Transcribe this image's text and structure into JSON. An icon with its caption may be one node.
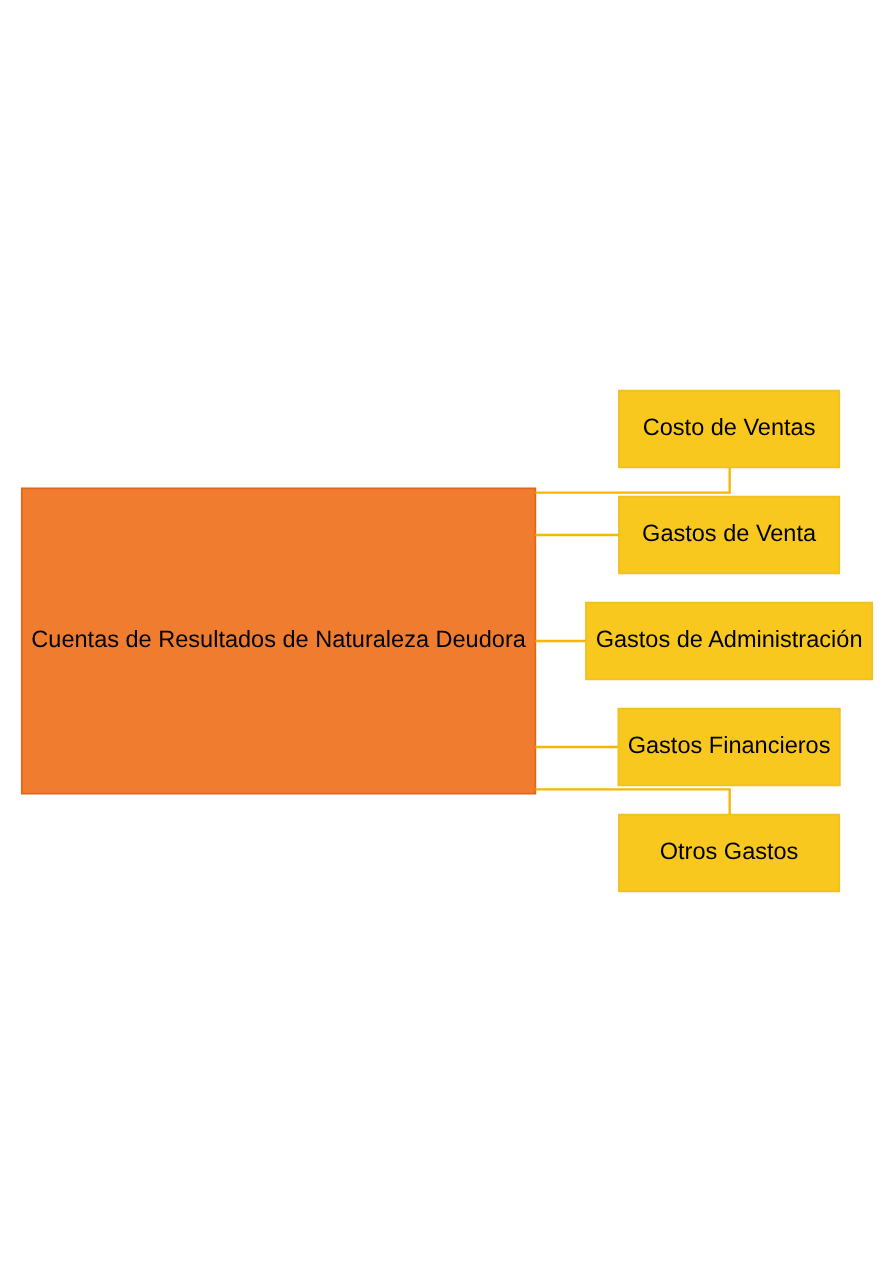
{
  "diagram": {
    "nodes": [
      {
        "text": [
          "Cuentas de Resultados de Naturaleza Deudora"
        ]
      },
      {
        "text": [
          "Costo de Ventas"
        ]
      },
      {
        "text": [
          "Gastos de Venta"
        ]
      },
      {
        "text": [
          "Gastos de Administración"
        ]
      },
      {
        "text": [
          "Gastos Financieros"
        ]
      },
      {
        "text": [
          "Otros Gastos"
        ]
      }
    ],
    "edges": [
      {
        "from": 0,
        "to": 1,
        "arrow": "none"
      },
      {
        "from": 0,
        "to": 2,
        "arrow": "none"
      },
      {
        "from": 0,
        "to": 3,
        "arrow": "none"
      },
      {
        "from": 0,
        "to": 4,
        "arrow": "none"
      },
      {
        "from": 0,
        "to": 5,
        "arrow": "none"
      }
    ]
  }
}
